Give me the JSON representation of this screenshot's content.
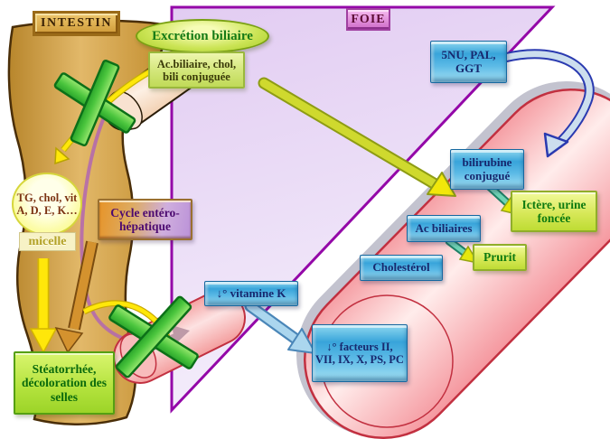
{
  "regions": {
    "intestin": "INTESTIN",
    "foie": "FOIE"
  },
  "nodes": {
    "excretion_biliaire": "Excrétion biliaire",
    "ac_biliaire": "Ac.biliaire, chol, bili conjuguée",
    "enzymes": "5NU, PAL, GGT",
    "bilirubine_conjugue": "bilirubine conjugué",
    "ictere_urine_foncee": "Ictère, urine foncée",
    "ac_biliaires": "Ac biliaires",
    "prurit": "Prurit",
    "cholesterol": "Cholestérol",
    "tg_chol_vitamines": "TG, chol, vit A, D, E, K…",
    "micelle": "micelle",
    "cycle_entero_hepatique": "Cycle entéro-hépatique",
    "baisse_vitamine_k": "↓° vitamine K",
    "baisse_facteurs": "↓° facteurs II, VII, IX, X, PS, PC",
    "steatorrhee": "Stéatorrhée, décoloration des selles"
  },
  "colors": {
    "liver_triangle_fill": "#ead4f6",
    "liver_triangle_border": "#9408a8",
    "intestine_fill": "#d8a94e",
    "intestine_border": "#4a2e08",
    "bile_cylinder_fill": "#f8b2b2",
    "bile_cylinder_border": "#c23040",
    "blue_box": "#42aadd",
    "green_result_box": "#c6e040",
    "blocked_cross_green": "#4cc63e",
    "arrow_yellow": "#f2e70a",
    "arrow_orange": "#d4922e",
    "arrow_blue_light": "#abd6ee",
    "arrow_teal": "#2a9a7a",
    "cycle_purple": "#b266b2"
  }
}
